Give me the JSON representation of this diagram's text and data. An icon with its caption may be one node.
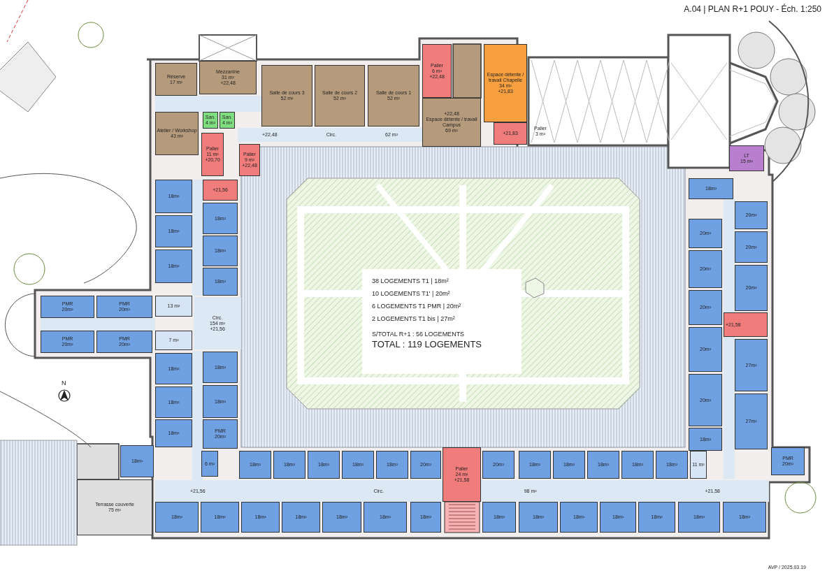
{
  "diagram": {
    "title": "A.04 | PLAN R+1 POUY - Éch. 1:250",
    "nodes": [
      {
        "text": [
          "Réserve",
          "17 m²"
        ]
      },
      {
        "text": [
          "Mezzanine",
          "31 m²",
          "+22,48"
        ]
      },
      {
        "text": [
          "Salle de cours 3",
          "52 m²"
        ]
      },
      {
        "text": [
          "Salle de cours 2",
          "52 m²"
        ]
      },
      {
        "text": [
          "Salle de cours 1",
          "52 m²"
        ]
      },
      {
        "text": [
          "Palier",
          "6 m²",
          "+22,48"
        ]
      },
      {
        "text": [
          "+22,48",
          "Espace détente / travail Campus",
          "69 m²"
        ]
      },
      {
        "text": [
          "Espace détente / travail Chapelle",
          "34 m²",
          "+21,83"
        ]
      },
      {
        "text": [
          "+21,83"
        ]
      },
      {
        "text": [
          "Palier",
          "3 m²"
        ]
      },
      {
        "text": [
          "LT",
          "15 m²"
        ]
      },
      {
        "text": [
          "Atelier / Workshop",
          "43 m²"
        ]
      },
      {
        "text": [
          "San.",
          "4 m²"
        ]
      },
      {
        "text": [
          "San.",
          "4 m²"
        ]
      },
      {
        "text": [
          "Palier",
          "11 m²",
          "+20,70"
        ]
      },
      {
        "text": [
          "Palier",
          "9 m²",
          "+22,48"
        ]
      },
      {
        "text": [
          "+22,48",
          "Circ.",
          "62 m²"
        ]
      },
      {
        "text": [
          "+21,56"
        ]
      },
      {
        "text": [
          "18m²"
        ]
      },
      {
        "text": [
          "18m²"
        ]
      },
      {
        "text": [
          "18m²"
        ]
      },
      {
        "text": [
          "18m²"
        ]
      },
      {
        "text": [
          "18m²"
        ]
      },
      {
        "text": [
          "18m²"
        ]
      },
      {
        "text": [
          "PMR",
          "20m²"
        ]
      },
      {
        "text": [
          "PMR",
          "20m²"
        ]
      },
      {
        "text": [
          "13 m²"
        ]
      },
      {
        "text": [
          "Circ.",
          "154 m²",
          "+21,56"
        ]
      },
      {
        "text": [
          "PMR",
          "20m²"
        ]
      },
      {
        "text": [
          "PMR",
          "20m²"
        ]
      },
      {
        "text": [
          "7 m²"
        ]
      },
      {
        "text": [
          "18m²"
        ]
      },
      {
        "text": [
          "18m²"
        ]
      },
      {
        "text": [
          "18m²"
        ]
      },
      {
        "text": [
          "18m²"
        ]
      },
      {
        "text": [
          "18m²"
        ]
      },
      {
        "text": [
          "PMR",
          "20m²"
        ]
      },
      {
        "text": [
          "Terrasse couverte",
          "75 m²"
        ]
      },
      {
        "text": [
          "18m²"
        ]
      },
      {
        "text": [
          "6 m²"
        ]
      },
      {
        "text": [
          "18m²"
        ]
      },
      {
        "text": [
          "18m²"
        ]
      },
      {
        "text": [
          "18m²"
        ]
      },
      {
        "text": [
          "18m²"
        ]
      },
      {
        "text": [
          "18m²"
        ]
      },
      {
        "text": [
          "20m²"
        ]
      },
      {
        "text": [
          "Palier",
          "24 m²",
          "+21,58"
        ]
      },
      {
        "text": [
          "20m²"
        ]
      },
      {
        "text": [
          "18m²"
        ]
      },
      {
        "text": [
          "18m²"
        ]
      },
      {
        "text": [
          "18m²"
        ]
      },
      {
        "text": [
          "18m²"
        ]
      },
      {
        "text": [
          "18m²"
        ]
      },
      {
        "text": [
          "11 m²"
        ]
      },
      {
        "text": [
          "PMR",
          "20m²"
        ]
      },
      {
        "text": [
          "+21,56",
          "Circ.",
          "98 m²",
          "+21,58"
        ]
      },
      {
        "text": [
          "18m²"
        ]
      },
      {
        "text": [
          "18m²"
        ]
      },
      {
        "text": [
          "18m²"
        ]
      },
      {
        "text": [
          "18m²"
        ]
      },
      {
        "text": [
          "18m²"
        ]
      },
      {
        "text": [
          "18m²"
        ]
      },
      {
        "text": [
          "18m²"
        ]
      },
      {
        "text": [
          "18m²"
        ]
      },
      {
        "text": [
          "18m²"
        ]
      },
      {
        "text": [
          "18m²"
        ]
      },
      {
        "text": [
          "18m²"
        ]
      },
      {
        "text": [
          "18m²"
        ]
      },
      {
        "text": [
          "18m²"
        ]
      },
      {
        "text": [
          "18m²"
        ]
      },
      {
        "text": [
          "18m²"
        ]
      },
      {
        "text": [
          "20m²"
        ]
      },
      {
        "text": [
          "20m²"
        ]
      },
      {
        "text": [
          "20m²"
        ]
      },
      {
        "text": [
          "20m²"
        ]
      },
      {
        "text": [
          "20m²"
        ]
      },
      {
        "text": [
          "20m²"
        ]
      },
      {
        "text": [
          "20m²"
        ]
      },
      {
        "text": [
          "20m²"
        ]
      },
      {
        "text": [
          "+21,58"
        ]
      },
      {
        "text": [
          "27m²"
        ]
      },
      {
        "text": [
          "27m²"
        ]
      },
      {
        "text": [
          "18m²"
        ]
      }
    ],
    "labels": [
      "38 LOGEMENTS T1 | 18m²",
      "10 LOGEMENTS T1' | 20m²",
      "6 LOGEMENTS T1 PMR | 20m²",
      "2 LOGEMENTS T1 bis | 27m²",
      "S/TOTAL R+1 : 56 LOGEMENTS",
      "TOTAL : 119 LOGEMENTS",
      "N",
      "AVP / 2025.03.19"
    ]
  }
}
